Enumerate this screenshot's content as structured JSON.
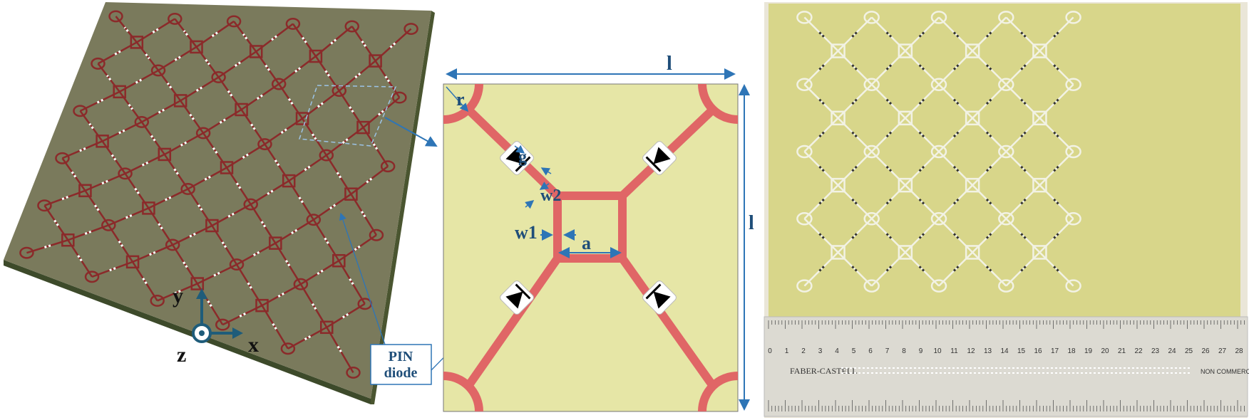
{
  "labels": {
    "l_top": "l",
    "l_side": "l",
    "r": "r",
    "g": "g",
    "w2": "w2",
    "w1": "w1",
    "a": "a"
  },
  "callout": {
    "line1": "PIN",
    "line2": "diode"
  },
  "axes": {
    "x": "x",
    "y": "y",
    "z": "z"
  },
  "ruler": {
    "brand": "FABER-CASTELL",
    "note": "NON COMMERC",
    "numbers": [
      "0",
      "1",
      "2",
      "3",
      "4",
      "5",
      "6",
      "7",
      "8",
      "9",
      "10",
      "11",
      "12",
      "13",
      "14",
      "15",
      "16",
      "17",
      "18",
      "19",
      "20",
      "21",
      "22",
      "23",
      "24",
      "25",
      "26",
      "27",
      "28"
    ]
  },
  "colors": {
    "board": "#7a7a5c",
    "trace": "#8b2a2a",
    "cell_bg": "#e6e6a6",
    "cell_trace": "#e06666",
    "arrow": "#2e75b6",
    "photo_bg": "#d8d68a"
  }
}
